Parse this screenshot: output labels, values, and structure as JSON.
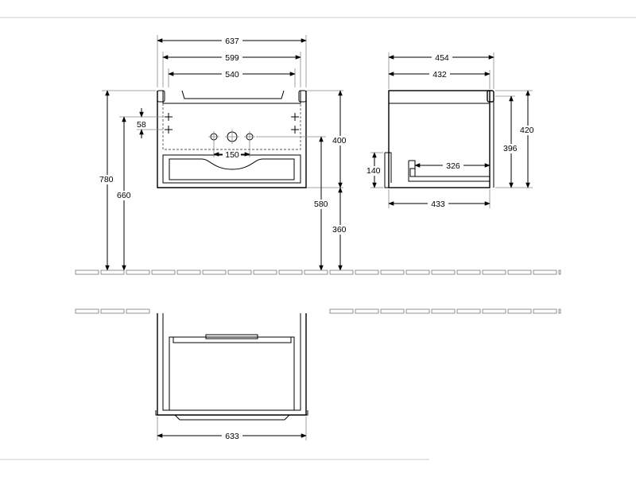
{
  "dimensions": {
    "overall_width_top": "637",
    "inner_width": "599",
    "handle_width": "540",
    "hole_offset": "58",
    "hole_spacing": "150",
    "front_height": "400",
    "floor_to_top": "780",
    "floor_to_holes": "660",
    "floor_to_bottom": "580",
    "floor_gap": "360",
    "side_depth_total": "454",
    "side_depth_inner": "432",
    "side_height_total": "420",
    "side_height_inner": "396",
    "drawer_height": "140",
    "drawer_depth": "326",
    "side_depth_bottom": "433",
    "plan_width": "633"
  },
  "colors": {
    "line": "#000000",
    "floor_hatch": "#777777",
    "background": "#ffffff"
  }
}
